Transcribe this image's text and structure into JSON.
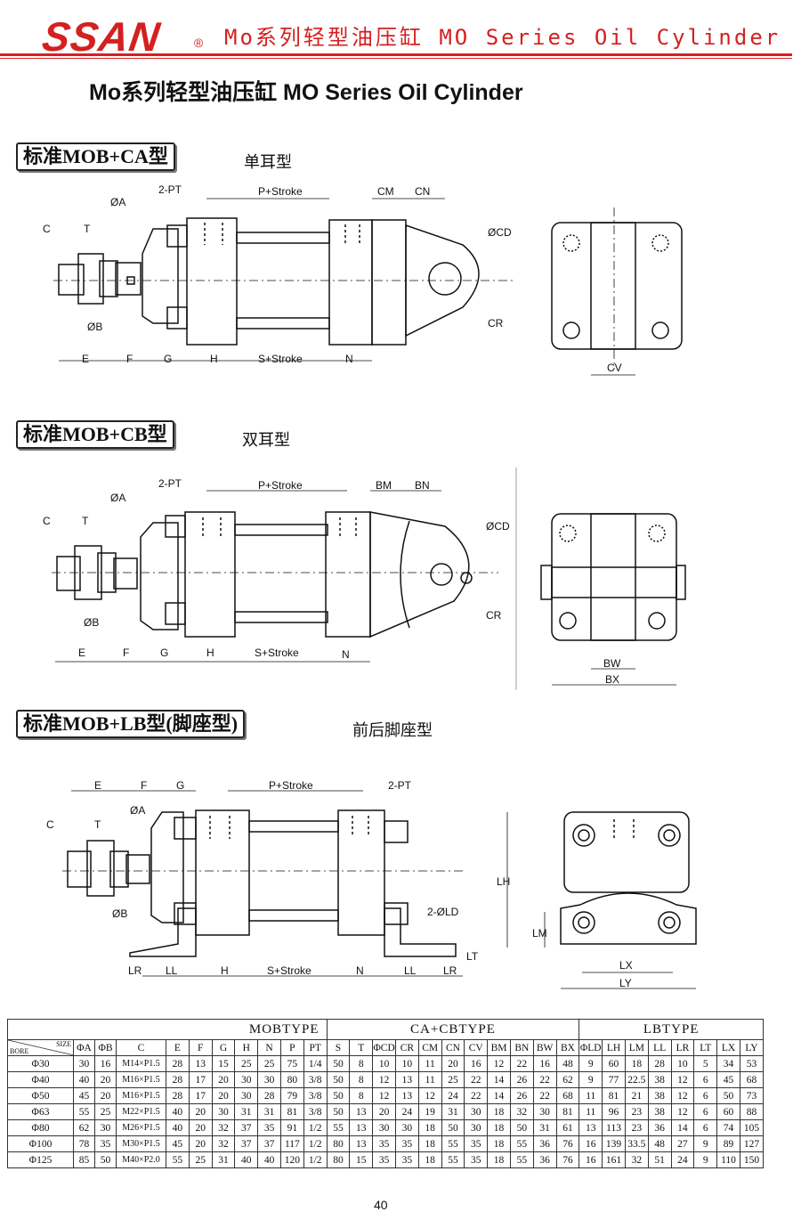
{
  "header": {
    "logo": "SSAN",
    "reg_mark": "®",
    "title": "Mo系列轻型油压缸  MO Series Oil Cylinder",
    "accent_color": "#d42020"
  },
  "page_title": "Mo系列轻型油压缸  MO Series Oil Cylinder",
  "sections": [
    {
      "label": "标准MOB+CA型",
      "subtitle": "单耳型",
      "dims": {
        "A": "ØA",
        "C": "C",
        "T": "T",
        "B": "ØB",
        "PT": "2-PT",
        "P": "P+Stroke",
        "CM": "CM",
        "CN": "CN",
        "CD": "ØCD",
        "CR": "CR",
        "E": "E",
        "F": "F",
        "G": "G",
        "H": "H",
        "S": "S+Stroke",
        "N": "N",
        "CV": "CV"
      }
    },
    {
      "label": "标准MOB+CB型",
      "subtitle": "双耳型",
      "dims": {
        "A": "ØA",
        "C": "C",
        "T": "T",
        "B": "ØB",
        "PT": "2-PT",
        "P": "P+Stroke",
        "BM": "BM",
        "BN": "BN",
        "CD": "ØCD",
        "CR": "CR",
        "E": "E",
        "F": "F",
        "G": "G",
        "H": "H",
        "S": "S+Stroke",
        "N": "N",
        "BW": "BW",
        "BX": "BX"
      }
    },
    {
      "label": "标准MOB+LB型(脚座型)",
      "subtitle": "前后脚座型",
      "dims": {
        "E": "E",
        "F": "F",
        "G": "G",
        "P": "P+Stroke",
        "PT": "2-PT",
        "A": "ØA",
        "C": "C",
        "T": "T",
        "B": "ØB",
        "LD": "2-ØLD",
        "LT": "LT",
        "LR": "LR",
        "LL": "LL",
        "H": "H",
        "S": "S+Stroke",
        "N": "N",
        "LL2": "LL",
        "LR2": "LR",
        "LH": "LH",
        "LM": "LM",
        "LX": "LX",
        "LY": "LY"
      }
    }
  ],
  "table": {
    "groups": [
      "MOBTYPE",
      "CA+CBTYPE",
      "LBTYPE"
    ],
    "corner_top": "SIZE",
    "corner_bottom": "BORE",
    "columns": [
      "ΦA",
      "ΦB",
      "C",
      "E",
      "F",
      "G",
      "H",
      "N",
      "P",
      "PT",
      "S",
      "T",
      "ΦCD",
      "CR",
      "CM",
      "CN",
      "CV",
      "BM",
      "BN",
      "BW",
      "BX",
      "ΦLD",
      "LH",
      "LM",
      "LL",
      "LR",
      "LT",
      "LX",
      "LY"
    ],
    "rows": [
      [
        "Φ30",
        "30",
        "16",
        "M14×P1.5",
        "28",
        "13",
        "15",
        "25",
        "25",
        "75",
        "1/4",
        "50",
        "8",
        "10",
        "10",
        "11",
        "20",
        "16",
        "12",
        "22",
        "16",
        "48",
        "9",
        "60",
        "18",
        "28",
        "10",
        "5",
        "34",
        "53"
      ],
      [
        "Φ40",
        "40",
        "20",
        "M16×P1.5",
        "28",
        "17",
        "20",
        "30",
        "30",
        "80",
        "3/8",
        "50",
        "8",
        "12",
        "13",
        "11",
        "25",
        "22",
        "14",
        "26",
        "22",
        "62",
        "9",
        "77",
        "22.5",
        "38",
        "12",
        "6",
        "45",
        "68"
      ],
      [
        "Φ50",
        "45",
        "20",
        "M16×P1.5",
        "28",
        "17",
        "20",
        "30",
        "28",
        "79",
        "3/8",
        "50",
        "8",
        "12",
        "13",
        "12",
        "24",
        "22",
        "14",
        "26",
        "22",
        "68",
        "11",
        "81",
        "21",
        "38",
        "12",
        "6",
        "50",
        "73"
      ],
      [
        "Φ63",
        "55",
        "25",
        "M22×P1.5",
        "40",
        "20",
        "30",
        "31",
        "31",
        "81",
        "3/8",
        "50",
        "13",
        "20",
        "24",
        "19",
        "31",
        "30",
        "18",
        "32",
        "30",
        "81",
        "11",
        "96",
        "23",
        "38",
        "12",
        "6",
        "60",
        "88"
      ],
      [
        "Φ80",
        "62",
        "30",
        "M26×P1.5",
        "40",
        "20",
        "32",
        "37",
        "35",
        "91",
        "1/2",
        "55",
        "13",
        "30",
        "30",
        "18",
        "50",
        "30",
        "18",
        "50",
        "31",
        "61",
        "13",
        "113",
        "23",
        "36",
        "14",
        "6",
        "74",
        "105"
      ],
      [
        "Φ100",
        "78",
        "35",
        "M30×P1.5",
        "45",
        "20",
        "32",
        "37",
        "37",
        "117",
        "1/2",
        "80",
        "13",
        "35",
        "35",
        "18",
        "55",
        "35",
        "18",
        "55",
        "36",
        "76",
        "16",
        "139",
        "33.5",
        "48",
        "27",
        "9",
        "89",
        "127"
      ],
      [
        "Φ125",
        "85",
        "50",
        "M40×P2.0",
        "55",
        "25",
        "31",
        "40",
        "40",
        "120",
        "1/2",
        "80",
        "15",
        "35",
        "35",
        "18",
        "55",
        "35",
        "18",
        "55",
        "36",
        "76",
        "16",
        "161",
        "32",
        "51",
        "24",
        "9",
        "110",
        "150"
      ]
    ]
  },
  "page_number": "40"
}
